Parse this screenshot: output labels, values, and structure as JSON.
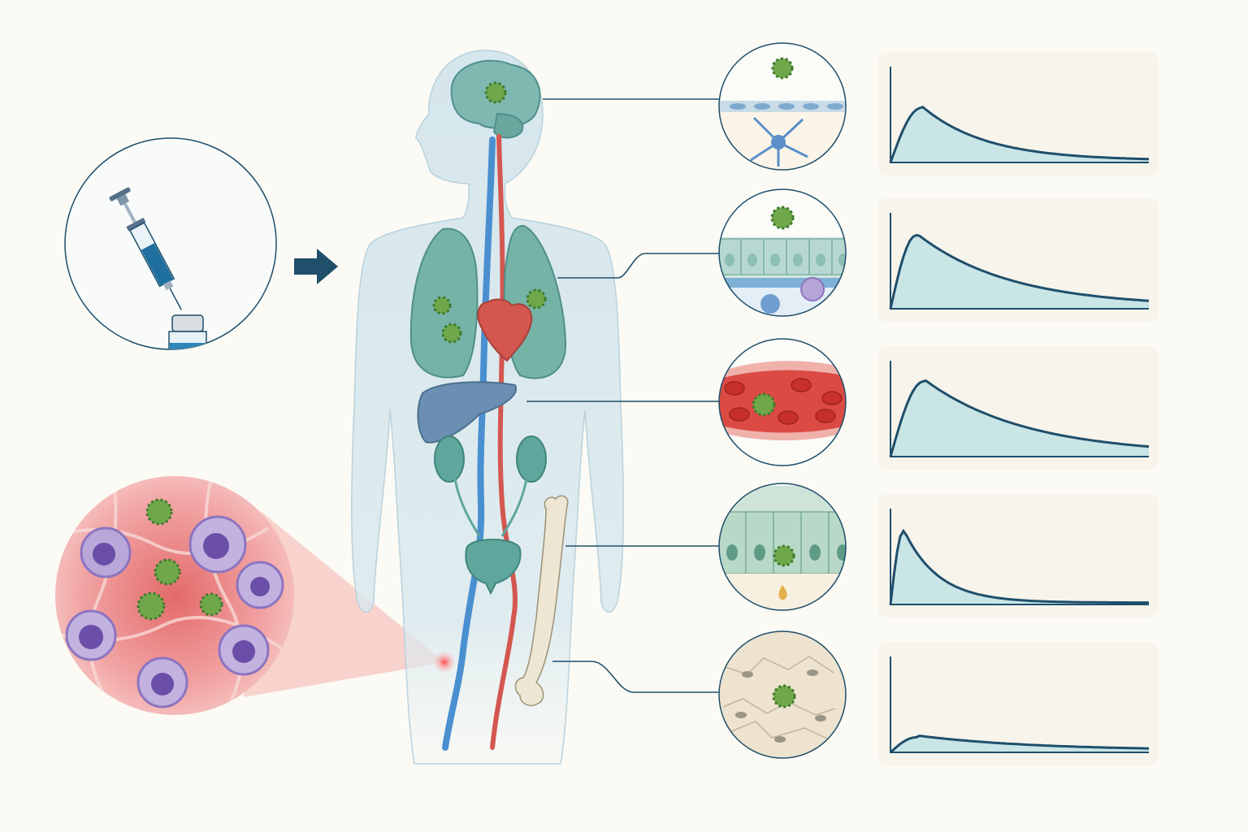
{
  "colors": {
    "background": "#fbfaf4",
    "outline": "#1f4f6b",
    "body": "#d7e7ee",
    "organ_teal": "#5fa79c",
    "vein_blue": "#4a8fd0",
    "artery_red": "#d4574f",
    "virus_green": "#6fa84a",
    "curve_fill": "#c9e5e6",
    "curve_line": "#1f4f6b",
    "panel_bg": "#f5f1e8",
    "injection_glow": "#ff6b6b"
  },
  "chart_data": {
    "type": "area",
    "note_panels": [
      "brain",
      "lung",
      "blood",
      "gut",
      "bone"
    ],
    "series": [
      {
        "peak_position": 0.12,
        "peak_height": 0.58,
        "decay": 0.28
      },
      {
        "peak_position": 0.1,
        "peak_height": 0.78,
        "decay": 0.4
      },
      {
        "peak_position": 0.13,
        "peak_height": 0.8,
        "decay": 0.45
      },
      {
        "peak_position": 0.05,
        "peak_height": 0.78,
        "decay": 0.14
      },
      {
        "peak_position": 0.1,
        "peak_height": 0.16,
        "decay": 0.5
      }
    ]
  }
}
